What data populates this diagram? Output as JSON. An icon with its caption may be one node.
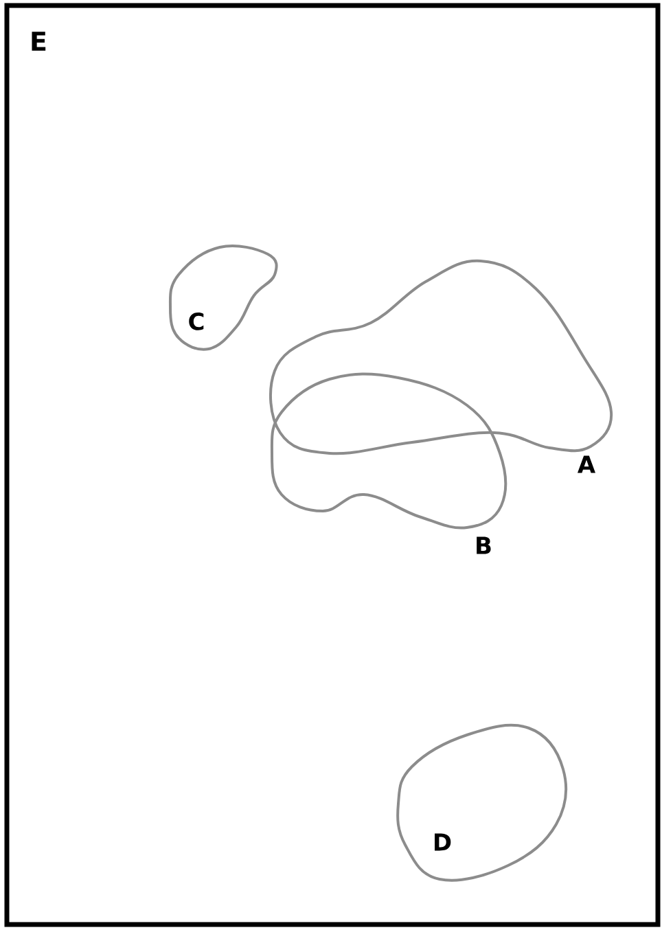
{
  "diagram": {
    "nodes": [
      {
        "text": [
          "E"
        ]
      },
      {
        "text": [
          "C"
        ],
        "in": 0
      },
      {
        "text": [
          "A"
        ],
        "in": 0
      },
      {
        "text": [
          "B"
        ],
        "in": 0
      },
      {
        "text": [
          "D"
        ],
        "in": 0
      }
    ]
  }
}
